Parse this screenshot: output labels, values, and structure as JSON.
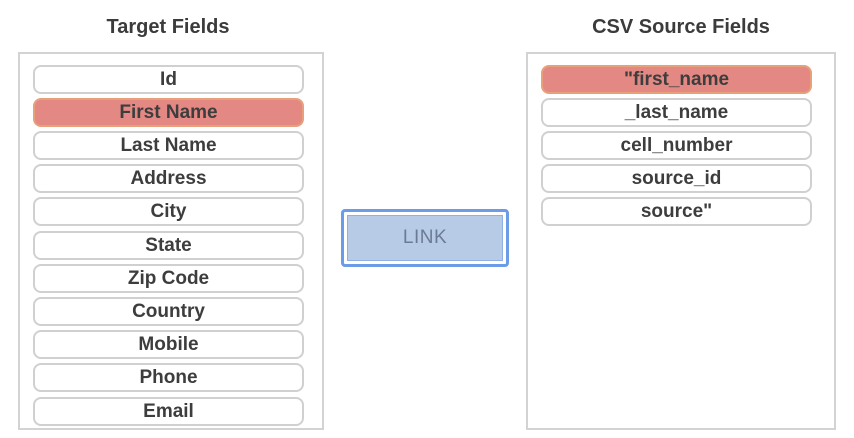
{
  "target_panel": {
    "title": "Target Fields",
    "fields": [
      {
        "label": "Id",
        "selected": false
      },
      {
        "label": "First Name",
        "selected": true
      },
      {
        "label": "Last Name",
        "selected": false
      },
      {
        "label": "Address",
        "selected": false
      },
      {
        "label": "City",
        "selected": false
      },
      {
        "label": "State",
        "selected": false
      },
      {
        "label": "Zip Code",
        "selected": false
      },
      {
        "label": "Country",
        "selected": false
      },
      {
        "label": "Mobile",
        "selected": false
      },
      {
        "label": "Phone",
        "selected": false
      },
      {
        "label": "Email",
        "selected": false
      }
    ]
  },
  "source_panel": {
    "title": "CSV Source Fields",
    "fields": [
      {
        "label": "\"first_name",
        "selected": true
      },
      {
        "label": "_last_name",
        "selected": false
      },
      {
        "label": "cell_number",
        "selected": false
      },
      {
        "label": "source_id",
        "selected": false
      },
      {
        "label": "source\"",
        "selected": false
      }
    ]
  },
  "link_button": {
    "label": "LINK"
  },
  "colors": {
    "selected_fill": "#e38883",
    "link_fill": "#b7cbe6",
    "link_border": "#6c9be8"
  }
}
